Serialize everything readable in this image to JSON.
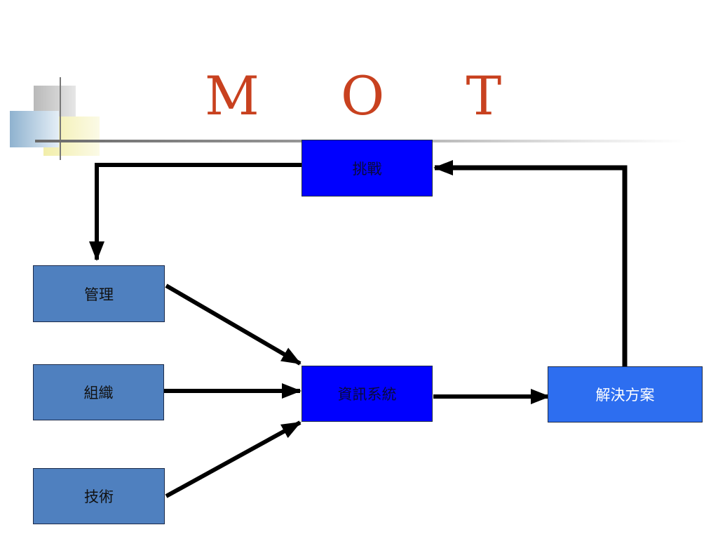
{
  "slide": {
    "title": "M O T",
    "accent_color": "#c8411f"
  },
  "diagram": {
    "nodes": {
      "challenge": "挑戰",
      "management": "管理",
      "organization": "組織",
      "technology": "技術",
      "information_system": "資訊系統",
      "solution": "解決方案"
    },
    "edges": [
      {
        "from": "challenge",
        "to": "management"
      },
      {
        "from": "management",
        "to": "information_system"
      },
      {
        "from": "organization",
        "to": "information_system"
      },
      {
        "from": "technology",
        "to": "information_system"
      },
      {
        "from": "information_system",
        "to": "solution"
      },
      {
        "from": "solution",
        "to": "challenge"
      }
    ],
    "colors": {
      "steel_box": "#4f80bf",
      "blue_box": "#0000ff",
      "solution_box": "#2d6ef0",
      "arrow": "#000000"
    }
  }
}
